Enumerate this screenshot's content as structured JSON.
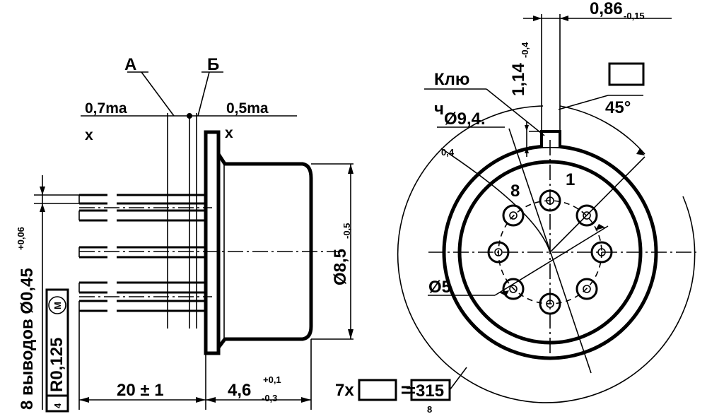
{
  "side_view": {
    "label_a": "А",
    "label_b": "Б",
    "tol_left": "0,7ma",
    "tol_right": "0,5ma",
    "mark_x_left": "x",
    "mark_x_right": "x",
    "diameter_main": "Ø8,5",
    "diameter_main_tol": "-0,5",
    "leads_count_text": "8 выводов Ø0,45",
    "leads_tol": "+0,06",
    "lead_radius_text": "R0,125",
    "lead_radius_mod": "M",
    "lead_frame_mark": "4",
    "length_lead": "20 ± 1",
    "height_body": "4,6",
    "height_tol_upper": "+0,1",
    "height_tol_lower": "-0,3"
  },
  "front_view": {
    "width_key": "0,86",
    "width_key_tol": "-0,15",
    "height_key": "1,14",
    "height_key_tol": "-0,4",
    "key_label": "Клю",
    "key_label_2": "ч",
    "diameter_flange": "Ø9,4.",
    "diameter_flange_tol": "0,4",
    "angle": "45°",
    "pin_1": "1",
    "pin_8": "8",
    "diameter_pitch": "Ø5",
    "angle_count": "7x",
    "angle_value": "=315",
    "bottom_mark": "8"
  }
}
